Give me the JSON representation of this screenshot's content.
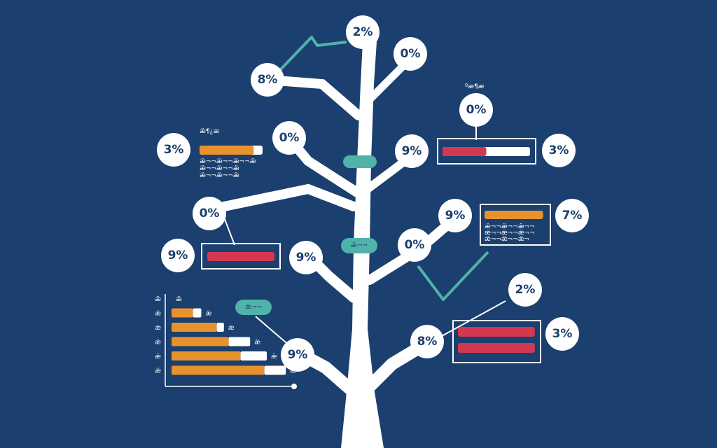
{
  "colors": {
    "background": "#1b3f6e",
    "trunk": "#ffffff",
    "orange": "#e8922e",
    "red": "#d2384f",
    "teal": "#4fb3a9",
    "node_text": "#1b3f6e"
  },
  "nodes": [
    {
      "id": "n1",
      "label": "2%"
    },
    {
      "id": "n2",
      "label": "0%"
    },
    {
      "id": "n3",
      "label": "8%"
    },
    {
      "id": "n4",
      "label": "0%"
    },
    {
      "id": "n5",
      "label": "3%"
    },
    {
      "id": "n6",
      "label": "0%"
    },
    {
      "id": "n7",
      "label": "9%"
    },
    {
      "id": "n8",
      "label": "3%"
    },
    {
      "id": "n9",
      "label": "0%"
    },
    {
      "id": "n10",
      "label": "9%"
    },
    {
      "id": "n11",
      "label": "7%"
    },
    {
      "id": "n12",
      "label": "9%"
    },
    {
      "id": "n13",
      "label": "9%"
    },
    {
      "id": "n14",
      "label": "0%"
    },
    {
      "id": "n15",
      "label": "2%"
    },
    {
      "id": "n16",
      "label": "8%"
    },
    {
      "id": "n17",
      "label": "3%"
    },
    {
      "id": "n18",
      "label": "9%"
    }
  ],
  "labels": {
    "left_panel_title": "æ̈¶¿æ",
    "right_top_title": "ºæ¶æ",
    "pill_middle": "æ̈¬¬",
    "pill_lower": "æ̈¬¬"
  },
  "left_panel": {
    "bar_fraction": 0.86,
    "text_lines": [
      "æ̈¬¬æ̈¬¬æ̈¬¬æ̈",
      "æ̈¬¬æ̈¬¬æ̈",
      "æ̈¬¬æ̈¬¬æ̈"
    ]
  },
  "right_top_panel": {
    "bar_fraction": 0.5
  },
  "left_mid_panel": {
    "bar_fraction": 0.98
  },
  "right_mid_panel": {
    "bar_fraction": 0.95,
    "text_lines": [
      "æ̈¬¬æ̈¬¬æ̈¬¬",
      "æ̈¬¬æ̈¬¬æ̈¬¬",
      "æ̈¬¬æ̈¬¬æ̈¬"
    ]
  },
  "right_lower_panel": {
    "bars": [
      0.98,
      0.98
    ]
  },
  "chart_data": {
    "type": "bar",
    "categories": [
      "æ̈",
      "æ̈",
      "æ̈",
      "æ̈",
      "æ̈",
      "æ̈"
    ],
    "values": [
      0,
      0.18,
      0.38,
      0.48,
      0.58,
      0.78
    ],
    "white_tail": [
      0,
      0.07,
      0.06,
      0.18,
      0.22,
      0.18
    ],
    "value_labels": [
      "æ̈",
      "æ̈",
      "æ̈",
      "æ̈",
      "æ̈",
      "æ̈"
    ],
    "xlabel": "",
    "ylabel": "",
    "grid": false
  }
}
